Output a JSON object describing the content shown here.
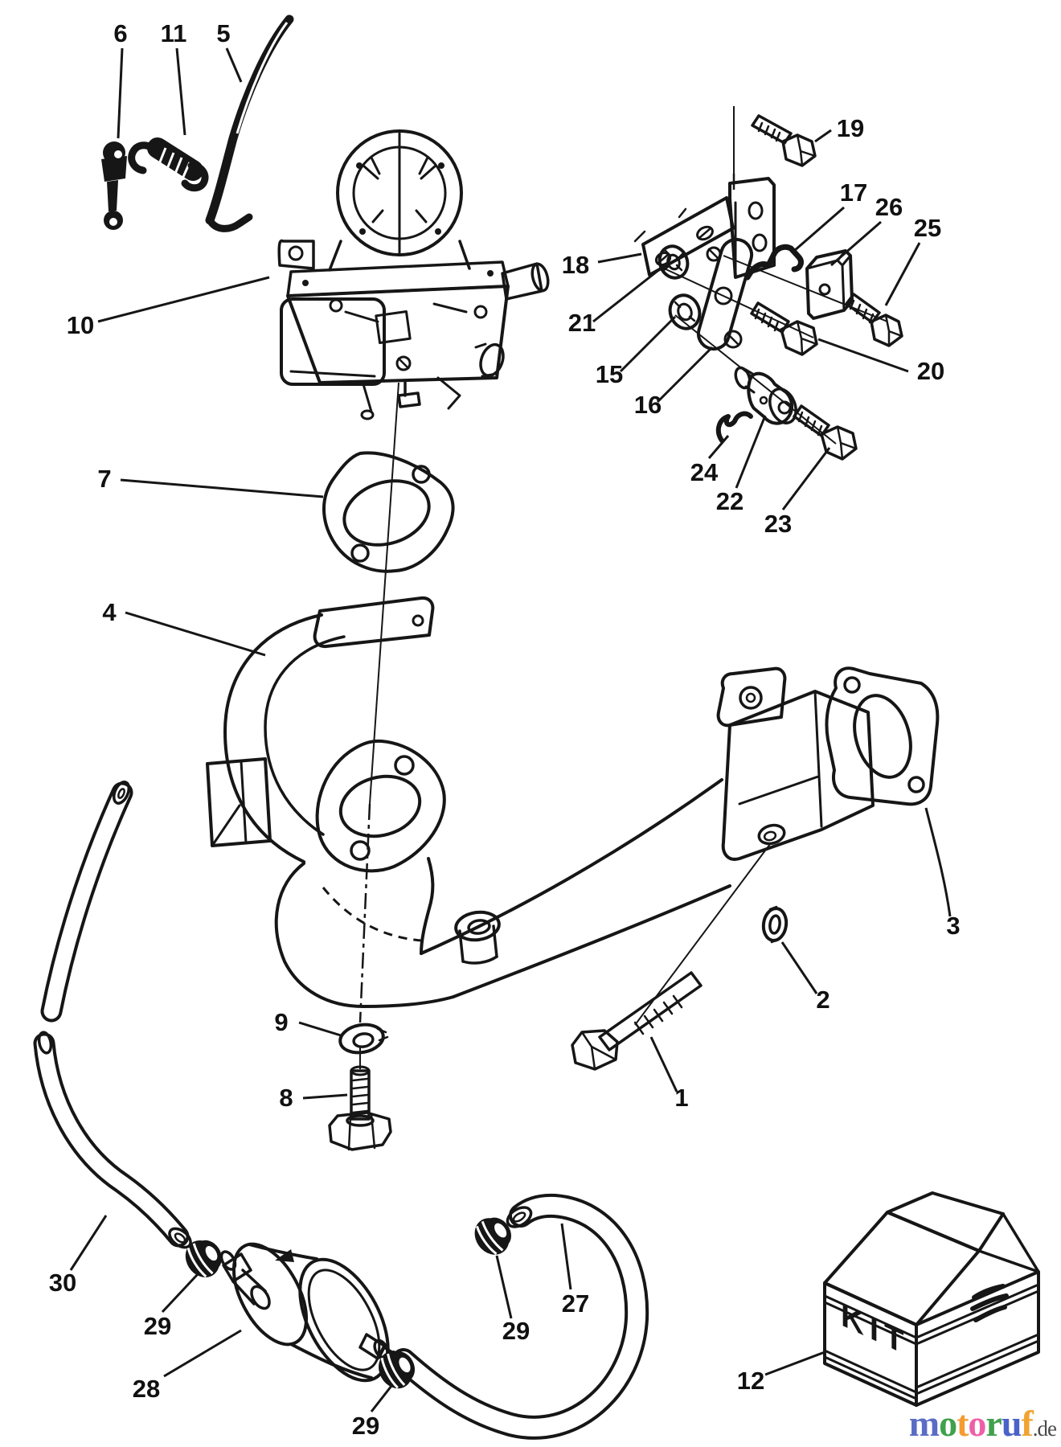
{
  "figure": {
    "type": "exploded-parts-diagram",
    "subject": "carburetor, intake manifold and fuel system",
    "background_color": "#ffffff",
    "line_color": "#161616"
  },
  "callouts": {
    "c1": {
      "num": "1"
    },
    "c2": {
      "num": "2"
    },
    "c3": {
      "num": "3"
    },
    "c4": {
      "num": "4"
    },
    "c5": {
      "num": "5"
    },
    "c6": {
      "num": "6"
    },
    "c7": {
      "num": "7"
    },
    "c8": {
      "num": "8"
    },
    "c9": {
      "num": "9"
    },
    "c10": {
      "num": "10"
    },
    "c11": {
      "num": "11"
    },
    "c12": {
      "num": "12"
    },
    "c15": {
      "num": "15"
    },
    "c16": {
      "num": "16"
    },
    "c17": {
      "num": "17"
    },
    "c18": {
      "num": "18"
    },
    "c19": {
      "num": "19"
    },
    "c20": {
      "num": "20"
    },
    "c21": {
      "num": "21"
    },
    "c22": {
      "num": "22"
    },
    "c23": {
      "num": "23"
    },
    "c24": {
      "num": "24"
    },
    "c25": {
      "num": "25"
    },
    "c26": {
      "num": "26"
    },
    "c27": {
      "num": "27"
    },
    "c28": {
      "num": "28"
    },
    "c29a": {
      "num": "29"
    },
    "c29b": {
      "num": "29"
    },
    "c29c": {
      "num": "29"
    },
    "c30": {
      "num": "30"
    }
  },
  "kit_box": {
    "label": "KIT"
  },
  "watermark": {
    "brand": "motoruf",
    "suffix": ".de",
    "suffix_color": "#4a4a4a",
    "letters": [
      {
        "ch": "m",
        "color": "#5b6cc5"
      },
      {
        "ch": "o",
        "color": "#3fa14c"
      },
      {
        "ch": "t",
        "color": "#f59b31"
      },
      {
        "ch": "o",
        "color": "#ee5fa8"
      },
      {
        "ch": "r",
        "color": "#3fa14c"
      },
      {
        "ch": "u",
        "color": "#4a63c8"
      },
      {
        "ch": "f",
        "color": "#f0a431"
      }
    ]
  }
}
